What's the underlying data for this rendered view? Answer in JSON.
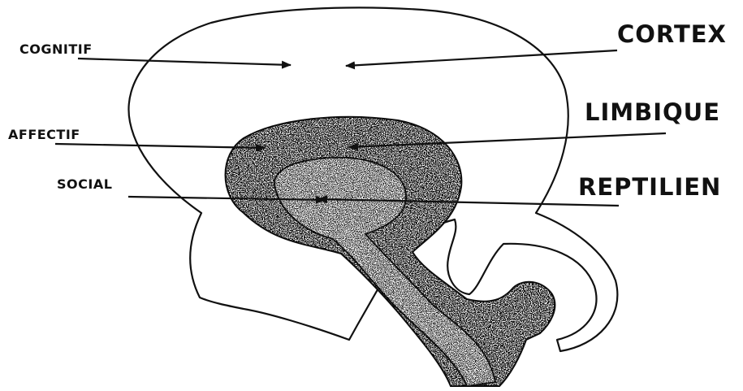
{
  "left_labels": {
    "cognitif": "COGNITIF",
    "affectif": "AFFECTIF",
    "social": "SOCIAL"
  },
  "right_labels": {
    "cortex": "CORTEX",
    "limbique": "LIMBIQUE",
    "reptilien": "REPTILIEN"
  },
  "colors": {
    "ink": "#111111",
    "background": "#ffffff"
  }
}
